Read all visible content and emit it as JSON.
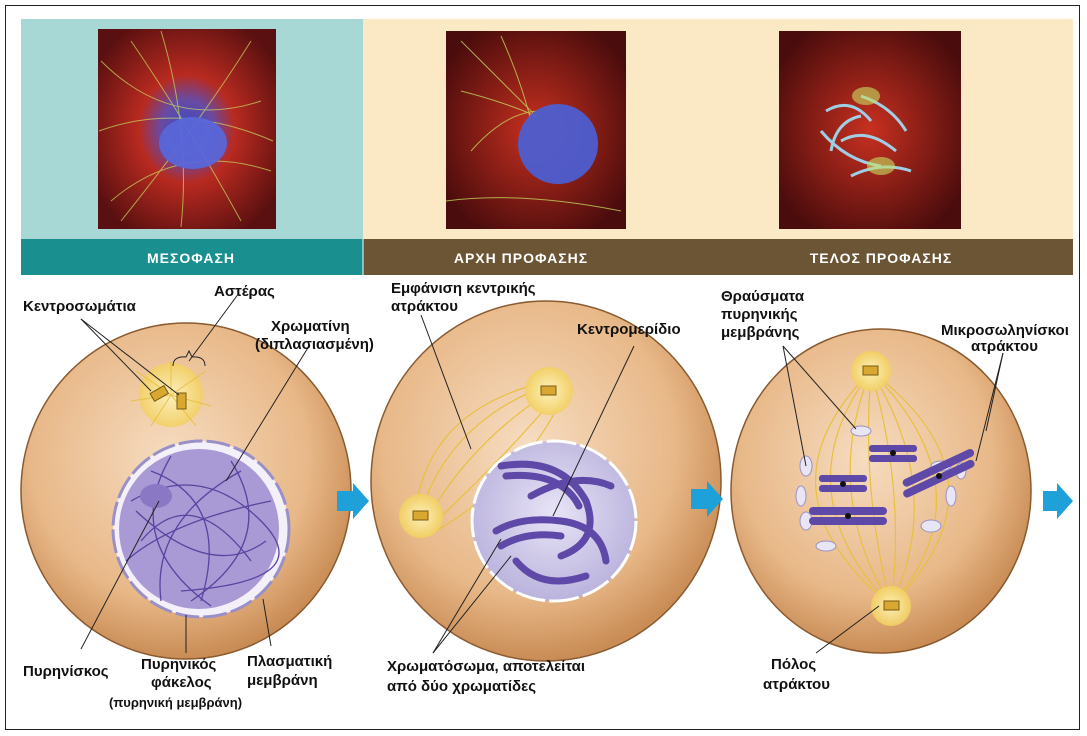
{
  "phases": [
    {
      "label": "ΜΕΣΟΦΑΣΗ"
    },
    {
      "label": "ΑΡΧΗ ΠΡΟΦΑΣΗΣ"
    },
    {
      "label": "ΤΕΛΟΣ ΠΡΟΦΑΣΗΣ"
    }
  ],
  "labels": {
    "kentrosomatia": "Κεντροσωμάτια",
    "asteras": "Αστέρας",
    "chromatini_1": "Χρωματίνη",
    "chromatini_2": "(διπλασιασμένη)",
    "pyrinisokos": "Πυρηνίσκος",
    "pyrinikos_1": "Πυρηνικός",
    "pyrinikos_2": "φάκελος",
    "pyrinikos_3": "(πυρηνική μεμβράνη)",
    "plasmatiki_1": "Πλασματική",
    "plasmatiki_2": "μεμβράνη",
    "emfanisi_1": "Εμφάνιση κεντρικής",
    "emfanisi_2": "ατράκτου",
    "kentromeridio": "Κεντρομερίδιο",
    "chromatosoma_1": "Χρωματόσωμα, αποτελείται",
    "chromatosoma_2": "από δύο χρωματίδες",
    "thrausmata_1": "Θραύσματα",
    "thrausmata_2": "πυρηνικής",
    "thrausmata_3": "μεμβράνης",
    "mikroso_1": "Μικροσωληνίσκοι",
    "mikroso_2": "ατράκτου",
    "polos_1": "Πόλος",
    "polos_2": "ατράκτου"
  },
  "colors": {
    "band_teal": "#1a8f8f",
    "band_brown": "#6b5535",
    "panel_teal": "#a8d8d6",
    "panel_cream": "#fbe8c4",
    "arrow_blue": "#1ea0d8",
    "cell": "#e4b07a",
    "chromosome": "#6b56b0"
  }
}
